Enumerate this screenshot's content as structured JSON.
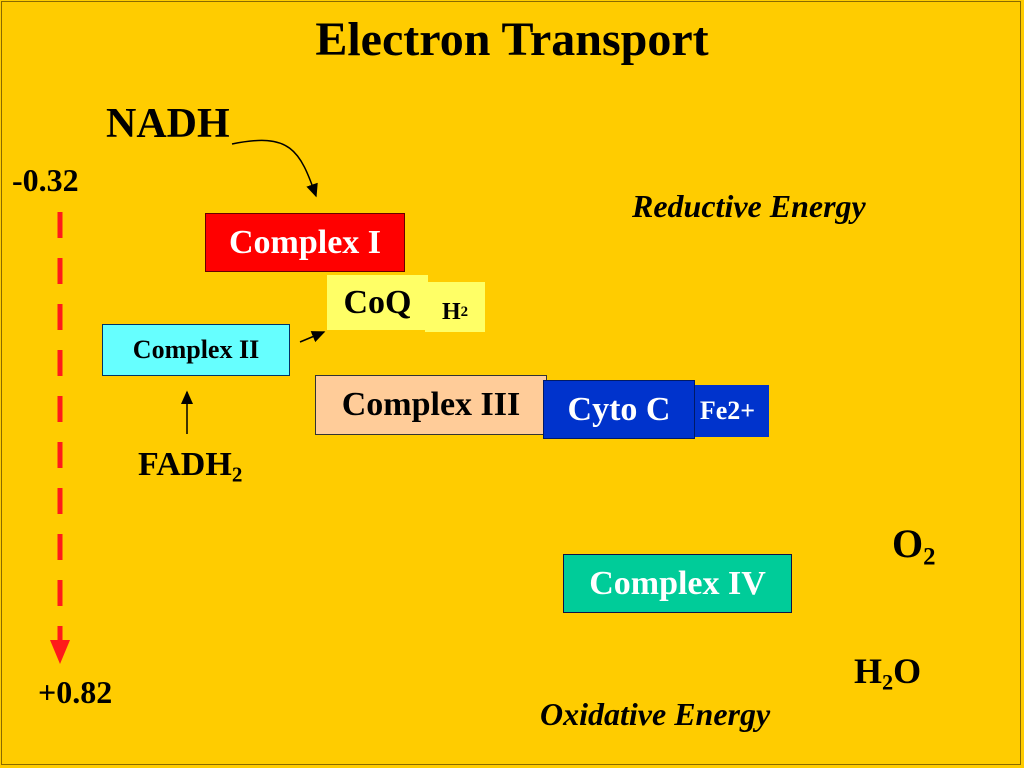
{
  "title": "Electron Transport",
  "potentials": {
    "top": "-0.32",
    "bottom": "+0.82"
  },
  "energy_labels": {
    "reductive": "Reductive Energy",
    "oxidative": "Oxidative Energy"
  },
  "substrates": {
    "nadh": "NADH",
    "fadh_base": "FADH",
    "fadh_sub": "2",
    "o2_base": "O",
    "o2_sub": "2",
    "h2o_h": "H",
    "h2o_sub": "2",
    "h2o_o": "O"
  },
  "complexes": {
    "c1": "Complex I",
    "c2": "Complex II",
    "coq": "CoQ",
    "coq_h": "H",
    "coq_h_sub": "2",
    "c3": "Complex III",
    "cytc": "Cyto C",
    "fe": "Fe2+",
    "c4": "Complex IV"
  },
  "colors": {
    "background": "#FFCC00",
    "complex_i": "#FF0000",
    "complex_ii": "#66FFFF",
    "coq": "#FFFF66",
    "complex_iii": "#FFCC99",
    "cyto_c": "#0033CC",
    "complex_iv": "#00CC99",
    "potential_arrow": "#FF1A1A"
  }
}
